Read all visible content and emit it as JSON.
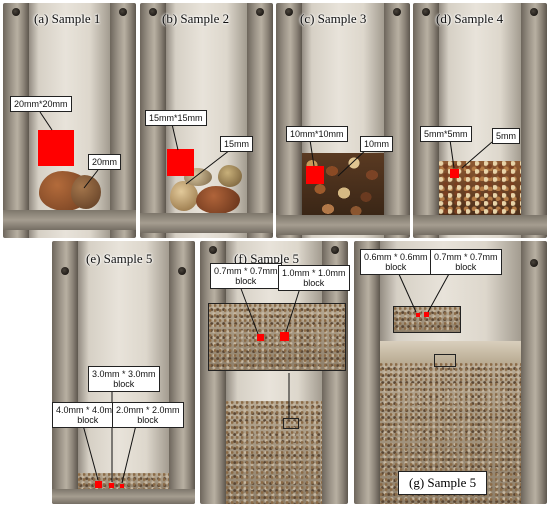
{
  "panels": {
    "a": {
      "title": "(a) Sample 1",
      "size_label": "20mm*20mm",
      "particle_label": "20mm"
    },
    "b": {
      "title": "(b) Sample 2",
      "size_label": "15mm*15mm",
      "particle_label": "15mm"
    },
    "c": {
      "title": "(c) Sample 3",
      "size_label": "10mm*10mm",
      "particle_label": "10mm"
    },
    "d": {
      "title": "(d) Sample 4",
      "size_label": "5mm*5mm",
      "particle_label": "5mm"
    },
    "e": {
      "title": "(e) Sample 5",
      "block_4": "4.0mm * 4.0mm\nblock",
      "block_3": "3.0mm * 3.0mm\nblock",
      "block_2": "2.0mm * 2.0mm\nblock"
    },
    "f": {
      "title": "(f) Sample 5",
      "block_07": "0.7mm * 0.7mm\nblock",
      "block_10": "1.0mm * 1.0mm\nblock"
    },
    "g": {
      "title": "(g) Sample 5",
      "block_06": "0.6mm * 0.6mm\nblock",
      "block_07": "0.7mm * 0.7mm\nblock"
    }
  },
  "colors": {
    "marker": "#ff0000",
    "label_border": "#222222"
  }
}
